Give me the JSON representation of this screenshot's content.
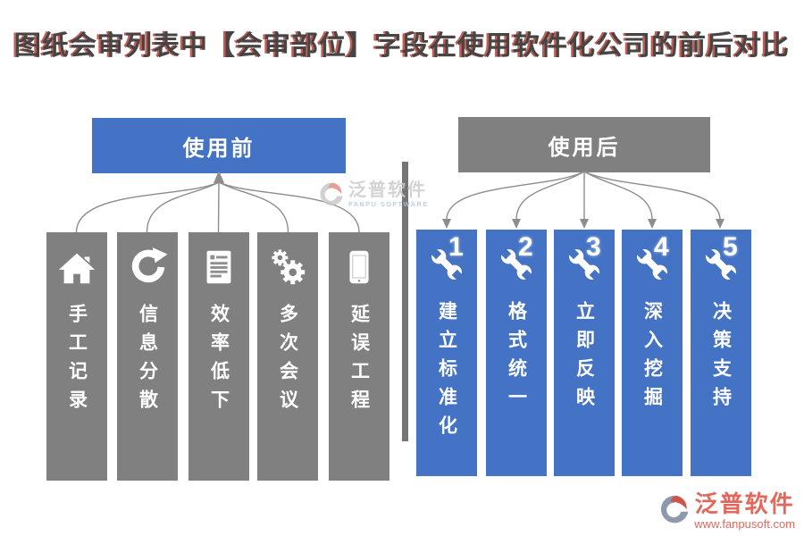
{
  "title": "图纸会审列表中【会审部位】字段在使用软件化公司的前后对比",
  "before": {
    "header": "使用前",
    "items": [
      {
        "label": "手工记录",
        "icon": "home-icon"
      },
      {
        "label": "信息分散",
        "icon": "refresh-icon"
      },
      {
        "label": "效率低下",
        "icon": "document-icon"
      },
      {
        "label": "多次会议",
        "icon": "gears-icon"
      },
      {
        "label": "延误工程",
        "icon": "phone-icon"
      }
    ]
  },
  "after": {
    "header": "使用后",
    "items": [
      {
        "number": "1",
        "label": "建立标准化",
        "icon": "wrench-icon"
      },
      {
        "number": "2",
        "label": "格式统一",
        "icon": "wrench-icon"
      },
      {
        "number": "3",
        "label": "立即反映",
        "icon": "wrench-icon"
      },
      {
        "number": "4",
        "label": "深入挖掘",
        "icon": "wrench-icon"
      },
      {
        "number": "5",
        "label": "决策支持",
        "icon": "wrench-icon"
      }
    ]
  },
  "watermark": {
    "brand": "泛普软件",
    "brand_en": "FANPU SOFTWARE"
  },
  "footer": {
    "brand": "泛普软件",
    "url": "www.fanpusoft.com"
  },
  "colors": {
    "accent_blue": "#4472c4",
    "accent_gray": "#808080",
    "title_text": "#454545",
    "title_shadow_red": "#ba4e44",
    "connector_gray": "#8d8d8d",
    "logo_red": "#e2685c"
  }
}
